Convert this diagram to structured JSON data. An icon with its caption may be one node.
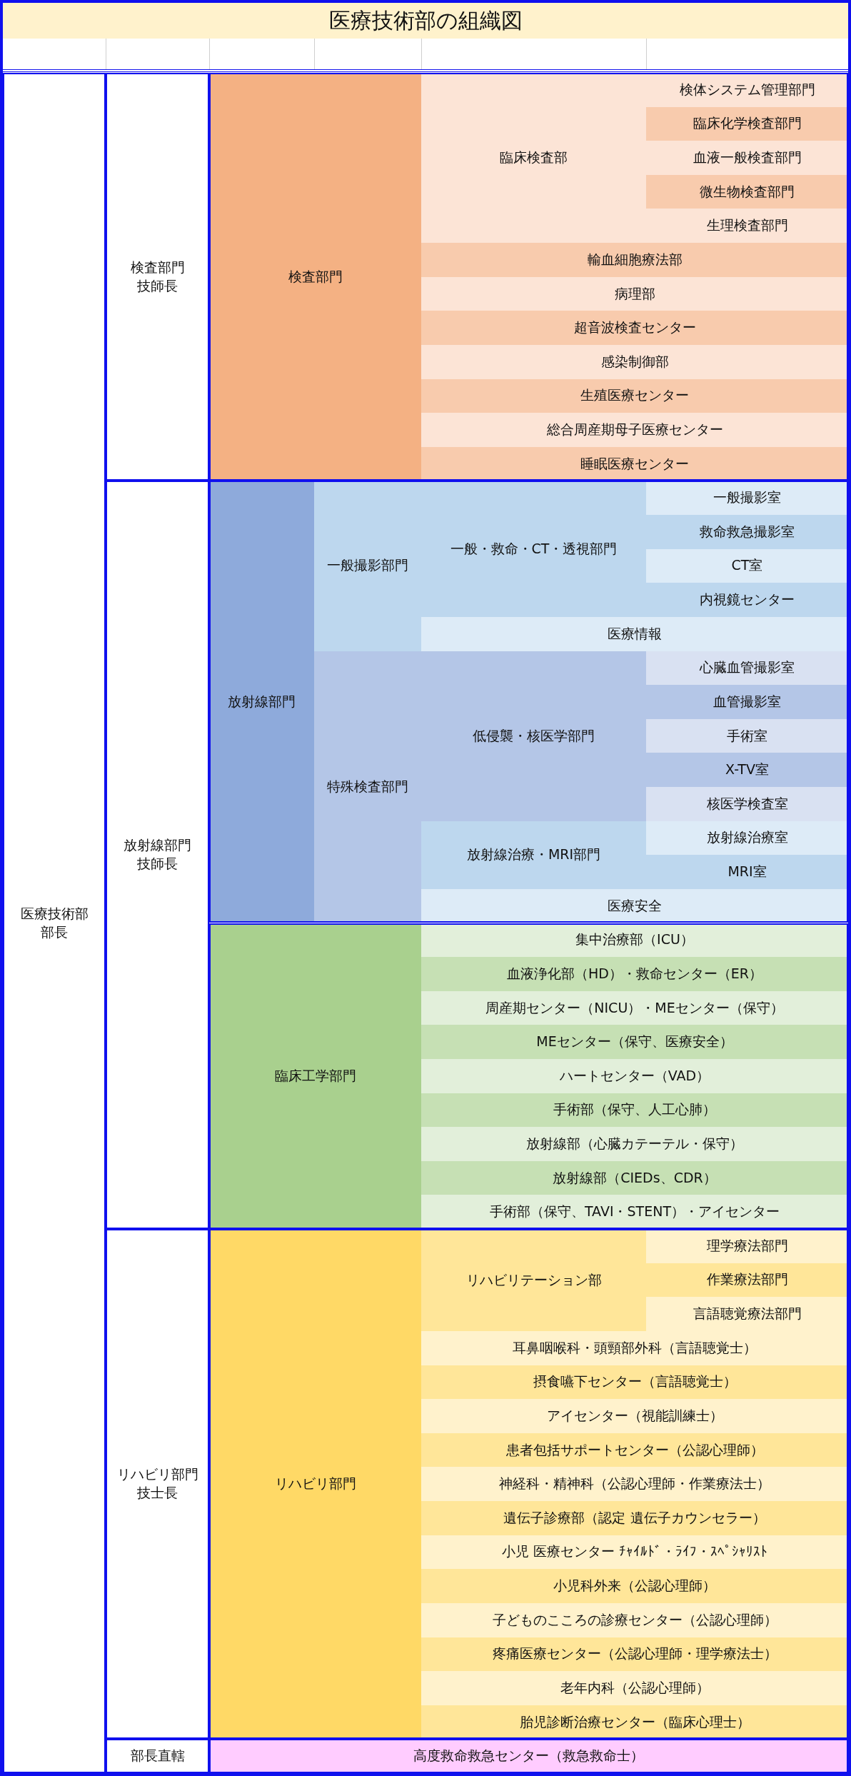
{
  "diagram": {
    "title": "医療技術部の組織図",
    "nodes": [
      {
        "text": [
          "医療技術部部長"
        ]
      },
      {
        "text": [
          "検査部門技師長"
        ]
      },
      {
        "text": [
          "検査部門"
        ]
      },
      {
        "text": [
          "臨床検査部"
        ]
      },
      {
        "text": [
          "検体システム管理部門"
        ]
      },
      {
        "text": [
          "臨床化学検査部門"
        ]
      },
      {
        "text": [
          "血液一般検査部門"
        ]
      },
      {
        "text": [
          "微生物検査部門"
        ]
      },
      {
        "text": [
          "生理検査部門"
        ]
      },
      {
        "text": [
          "輸血細胞療法部"
        ]
      },
      {
        "text": [
          "病理部"
        ]
      },
      {
        "text": [
          "超音波検査センター"
        ]
      },
      {
        "text": [
          "感染制御部"
        ]
      },
      {
        "text": [
          "生殖医療センター"
        ]
      },
      {
        "text": [
          "総合周産期母子医療センター"
        ]
      },
      {
        "text": [
          "睡眠医療センター"
        ]
      },
      {
        "text": [
          "放射線部門技師長"
        ]
      },
      {
        "text": [
          "放射線部門"
        ]
      },
      {
        "text": [
          "一般撮影部門"
        ]
      },
      {
        "text": [
          "一般・救命・CT・透視部門"
        ]
      },
      {
        "text": [
          "一般撮影室"
        ]
      },
      {
        "text": [
          "救命救急撮影室"
        ]
      },
      {
        "text": [
          "CT室"
        ]
      },
      {
        "text": [
          "内視鏡センター"
        ]
      },
      {
        "text": [
          "医療情報"
        ]
      },
      {
        "text": [
          "特殊検査部門"
        ]
      },
      {
        "text": [
          "低侵襲・核医学部門"
        ]
      },
      {
        "text": [
          "心臓血管撮影室"
        ]
      },
      {
        "text": [
          "血管撮影室"
        ]
      },
      {
        "text": [
          "手術室"
        ]
      },
      {
        "text": [
          "X-TV室"
        ]
      },
      {
        "text": [
          "核医学検査室"
        ]
      },
      {
        "text": [
          "放射線治療・MRI部門"
        ]
      },
      {
        "text": [
          "放射線治療室"
        ]
      },
      {
        "text": [
          "MRI室"
        ]
      },
      {
        "text": [
          "医療安全"
        ]
      },
      {
        "text": [
          "臨床工学部門"
        ]
      },
      {
        "text": [
          "集中治療部（ICU）"
        ]
      },
      {
        "text": [
          "血液浄化部（HD）・救命センター（ER）"
        ]
      },
      {
        "text": [
          "周産期センター（NICU）・MEセンター（保守）"
        ]
      },
      {
        "text": [
          "MEセンター（保守、医療安全）"
        ]
      },
      {
        "text": [
          "ハートセンター（VAD）"
        ]
      },
      {
        "text": [
          "手術部（保守、人工心肺）"
        ]
      },
      {
        "text": [
          "放射線部（心臓カテーテル・保守）"
        ]
      },
      {
        "text": [
          "放射線部（CIEDs、CDR）"
        ]
      },
      {
        "text": [
          "手術部（保守、TAVI・STENT）・アイセンター"
        ]
      },
      {
        "text": [
          "リハビリ部門技士長"
        ]
      },
      {
        "text": [
          "リハビリ部門"
        ]
      },
      {
        "text": [
          "リハビリテーション部"
        ]
      },
      {
        "text": [
          "理学療法部門"
        ]
      },
      {
        "text": [
          "作業療法部門"
        ]
      },
      {
        "text": [
          "言語聴覚療法部門"
        ]
      },
      {
        "text": [
          "耳鼻咽喉科・頭頸部外科（言語聴覚士）"
        ]
      },
      {
        "text": [
          "摂食嚥下センター（言語聴覚士）"
        ]
      },
      {
        "text": [
          "アイセンター（視能訓練士）"
        ]
      },
      {
        "text": [
          "患者包括サポートセンター（公認心理師）"
        ]
      },
      {
        "text": [
          "神経科・精神科（公認心理師・作業療法士）"
        ]
      },
      {
        "text": [
          "遺伝子診療部（認定 遺伝子カウンセラー）"
        ]
      },
      {
        "text": [
          "小児 医療センター ﾁｬｲﾙﾄﾞ・ﾗｲﾌ・ｽﾍﾟｼｬﾘｽﾄ"
        ]
      },
      {
        "text": [
          "小児科外来（公認心理師）"
        ]
      },
      {
        "text": [
          "子どものこころの診療センター（公認心理師）"
        ]
      },
      {
        "text": [
          "疼痛医療センター（公認心理師・理学療法士）"
        ]
      },
      {
        "text": [
          "老年内科（公認心理師）"
        ]
      },
      {
        "text": [
          "胎児診断治療センター（臨床心理士）"
        ]
      },
      {
        "text": [
          "部長直轄"
        ]
      },
      {
        "text": [
          "高度救命救急センター（救急救命士）"
        ]
      }
    ]
  }
}
